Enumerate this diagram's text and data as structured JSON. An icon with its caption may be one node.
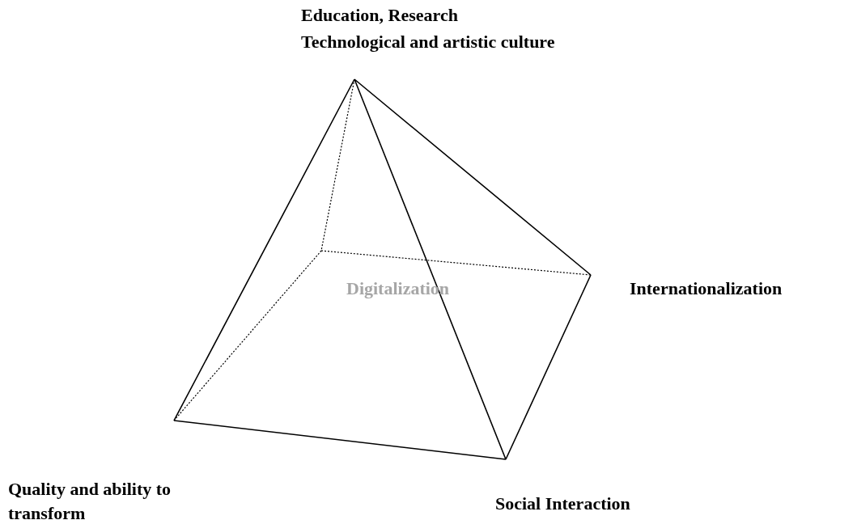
{
  "diagram": {
    "labels": [
      "Education, Research",
      "Technological and artistic culture",
      "Digitalization",
      "Internationalization",
      "Quality and ability to transform",
      "Social Interaction"
    ]
  }
}
